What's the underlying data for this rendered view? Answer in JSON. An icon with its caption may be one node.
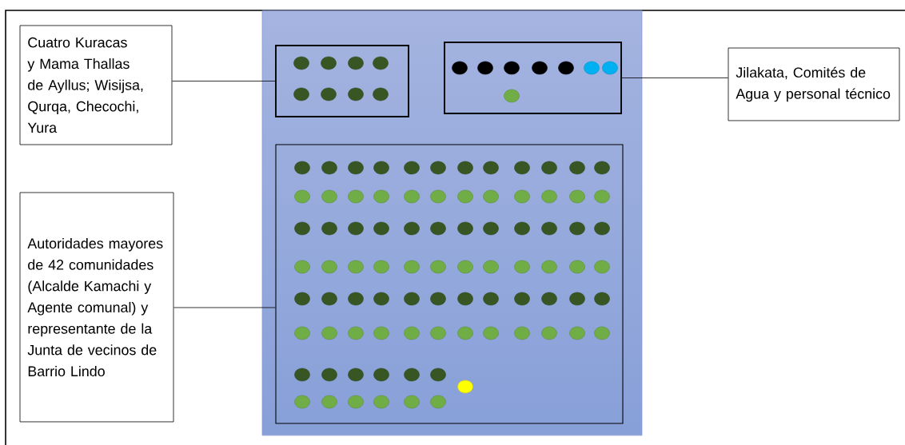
{
  "diagram": {
    "nodes": [
      {
        "text": [],
        "shape": "box"
      },
      {
        "text": [
          "Cuatro Kuracas y Mama Thallas de Ayllus; Wisijsa, Qurqa, Checochi, Yura"
        ]
      },
      {
        "text": [],
        "shape": "box",
        "in": 0
      },
      {
        "text": [],
        "shape": "box",
        "in": 0
      },
      {
        "text": [
          "Jilakata, Comités de Agua y personal técnico"
        ]
      },
      {
        "text": [],
        "shape": "box",
        "in": 0
      },
      {
        "text": [
          "Autoridades mayores de 42 comunidades (Alcalde Kamachi y Agente comunal) y representante de la Junta de vecinos de Barrio Lindo"
        ]
      }
    ],
    "edges": [
      {
        "from": 1,
        "to": 2,
        "arrow": "none"
      },
      {
        "from": 3,
        "to": 4,
        "arrow": "none"
      },
      {
        "from": 6,
        "to": 5,
        "arrow": "none"
      }
    ]
  }
}
